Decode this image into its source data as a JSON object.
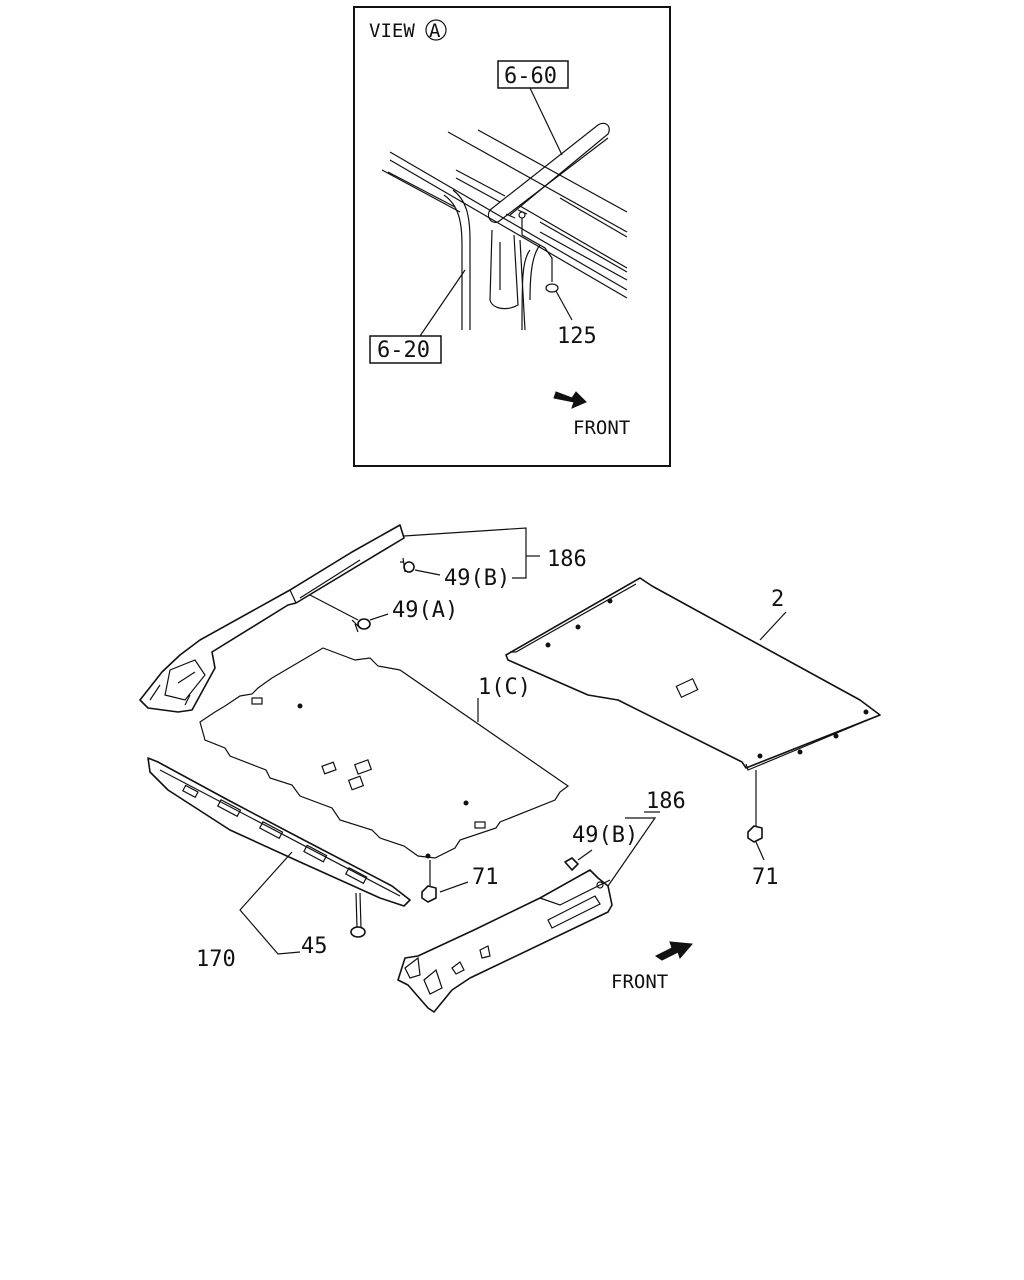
{
  "inset": {
    "view_label": "VIEW",
    "view_marker": "A",
    "callout_a": "6-60",
    "callout_b": "6-20",
    "part_125": "125",
    "front_label": "FRONT"
  },
  "main": {
    "part_186_top": "186",
    "part_49b_top": "49(B)",
    "part_49a": "49(A)",
    "part_2": "2",
    "part_1c": "1(C)",
    "part_186_bottom": "186",
    "part_49b_bottom": "49(B)",
    "part_71_left": "71",
    "part_71_right": "71",
    "part_170": "170",
    "part_45": "45",
    "front_label": "FRONT"
  }
}
